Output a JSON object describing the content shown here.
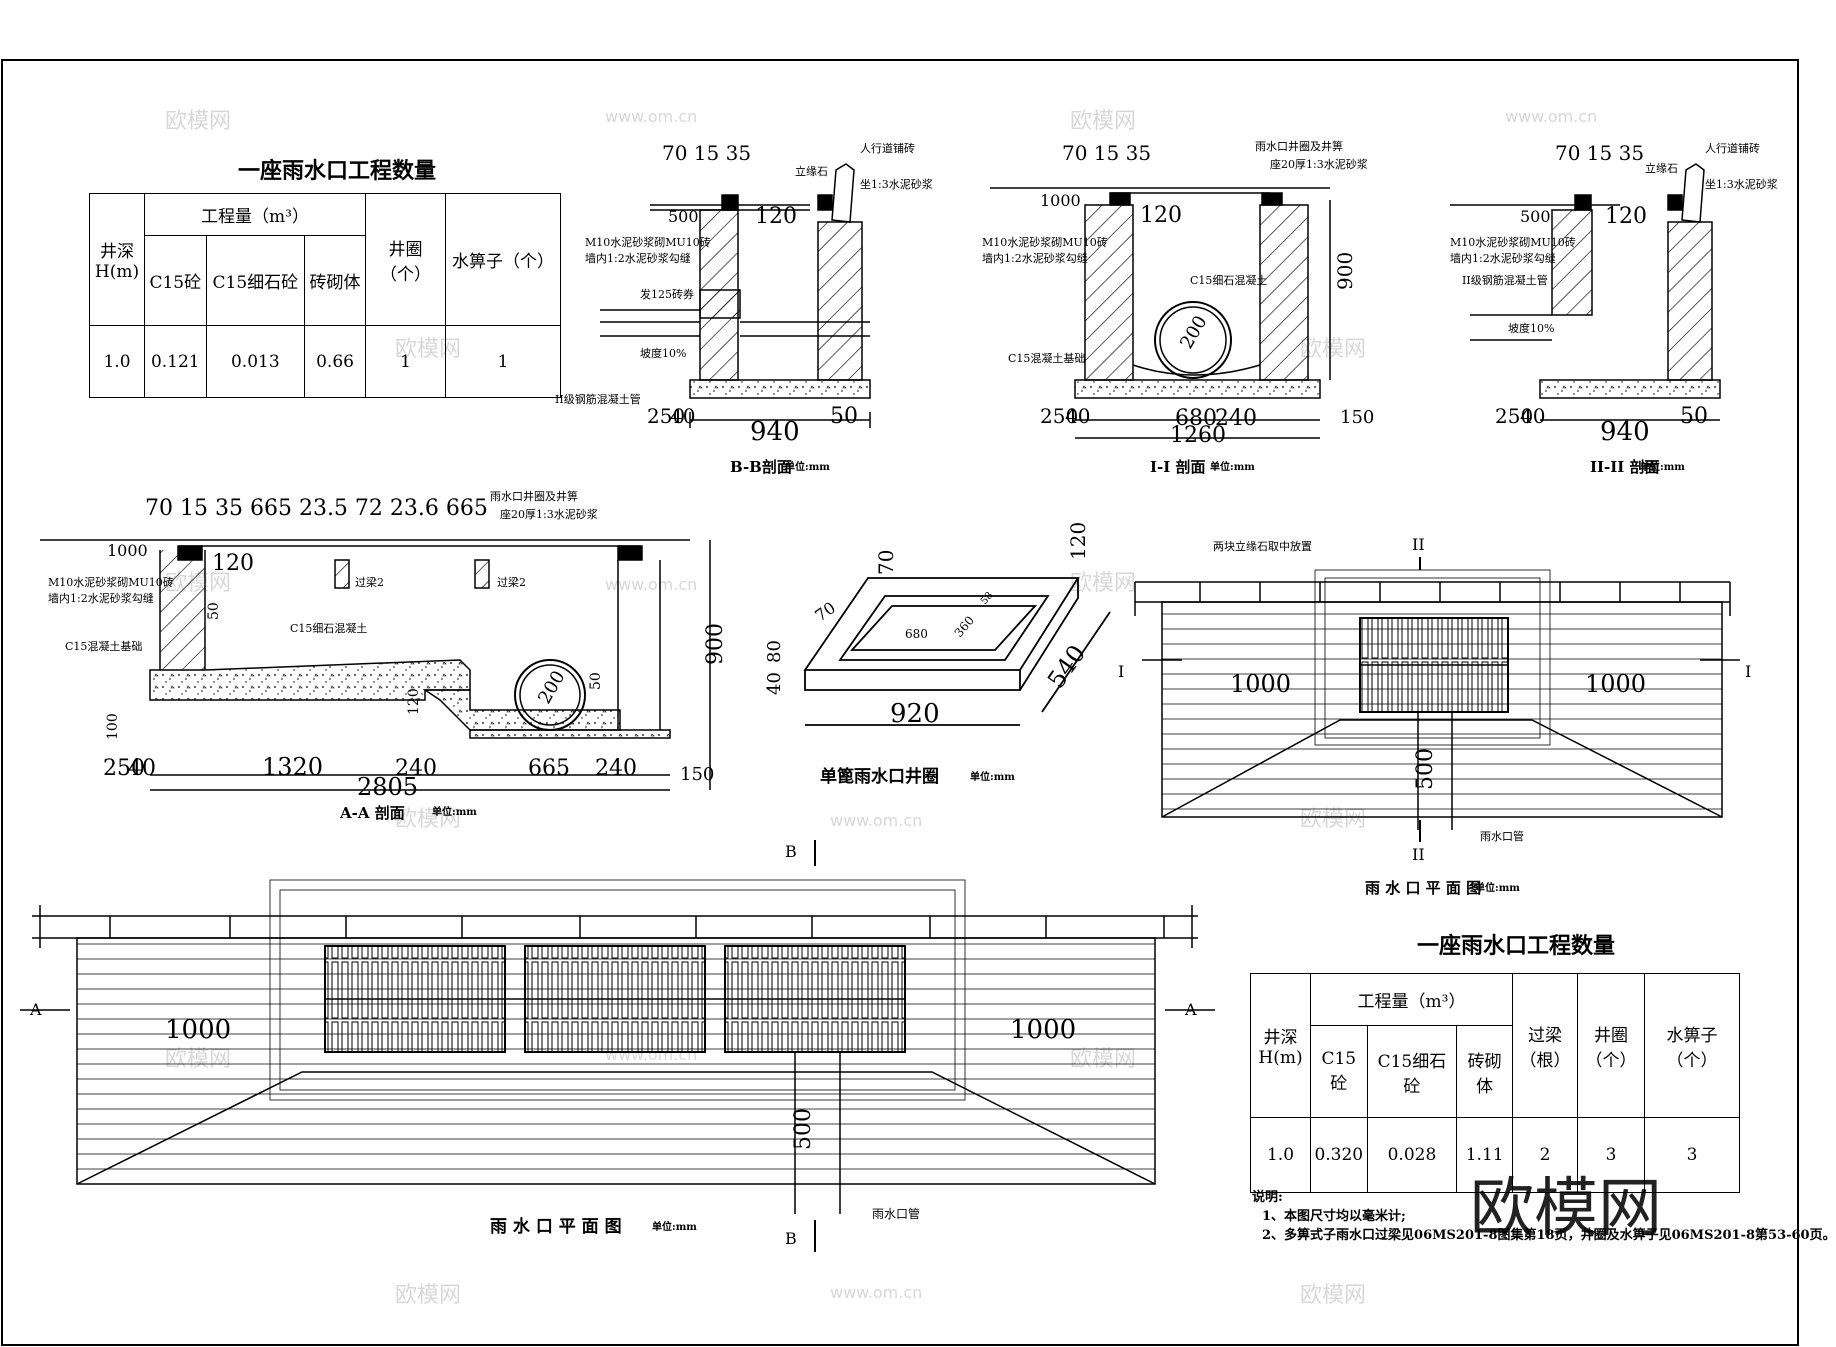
{
  "table1": {
    "title": "一座雨水口工程数量",
    "h_depth": "井深H(m)",
    "h_qty": "工程量（m³）",
    "h_c15": "C15砼",
    "h_c15f": "C15细石砼",
    "h_brick": "砖砌体",
    "h_ring": "井圈（个）",
    "h_grate": "水箅子（个）",
    "row": [
      "1.0",
      "0.121",
      "0.013",
      "0.66",
      "1",
      "1"
    ]
  },
  "table2": {
    "title": "一座雨水口工程数量",
    "h_depth": "井深H(m)",
    "h_qty": "工程量（m³）",
    "h_c15": "C15砼",
    "h_c15f": "C15细石砼",
    "h_brick": "砖砌体",
    "h_beam": "过梁（根）",
    "h_ring": "井圈（个）",
    "h_grate": "水箅子（个）",
    "row": [
      "1.0",
      "0.320",
      "0.028",
      "1.11",
      "2",
      "3",
      "3"
    ]
  },
  "notes": {
    "title": "说明:",
    "n1": "1、本图尺寸均以毫米计;",
    "n2": "2、多箅式子雨水口过梁见06MS201-8图集第18页，井圈及水箅子见06MS201-8第53-60页。"
  },
  "views": {
    "bb": {
      "title": "B-B剖面",
      "unit": "单位:mm"
    },
    "ii": {
      "title": "I-I 剖面",
      "unit": "单位:mm"
    },
    "iiii": {
      "title": "II-II 剖面",
      "unit": "单位:mm"
    },
    "aa": {
      "title": "A-A 剖面",
      "unit": "单位:mm"
    },
    "ring": {
      "title": "单篦雨水口井圈",
      "unit": "单位:mm"
    },
    "plan_small": {
      "title": "雨 水 口 平 面 图",
      "unit": "单位:mm"
    },
    "plan_big": {
      "title": "雨 水 口 平 面 图",
      "unit": "单位:mm"
    }
  },
  "labels": {
    "curb": "立缘石",
    "paving": "人行道铺砖",
    "mortar_seat": "坐1:3水泥砂浆",
    "wall_m10": "M10水泥砂浆砌MU10砖",
    "wall_inner": "墙内1:2水泥砂浆勾缝",
    "brick_arch": "发125砖券",
    "slope": "坡度10%",
    "pipe_rc": "II级钢筋混凝土管",
    "ring_grate": "雨水口井圈及井箅",
    "seat_20": "座20厚1:3水泥砂浆",
    "fine_conc": "C15细石混凝土",
    "base_conc": "C15混凝土基础",
    "base_conc2": "C15混凝土基础",
    "beam2": "过梁2",
    "curb_center": "两块立缘石取中放置",
    "rain_pipe": "雨水口管"
  },
  "dims": {
    "bb_top": "70 15 35",
    "d1000": "1000",
    "d500": "500",
    "d120": "120",
    "d900": "900",
    "d940": "940",
    "d250": "250",
    "d40": "40",
    "d50": "50",
    "d200": "200",
    "d1260": "1260",
    "d680": "680",
    "d240": "240",
    "d100": "100",
    "d150": "150",
    "d1320": "1320",
    "d665": "665",
    "d2805": "2805",
    "aa_top": "70 15 35   665 23.5   72   23.6 665",
    "d920": "920",
    "d540": "540",
    "d70": "70",
    "d80": "80",
    "d360": "360",
    "d58": "58"
  },
  "marks": {
    "a": "A",
    "b": "B",
    "i": "I",
    "ii": "II"
  },
  "watermark": {
    "site": "www.om.cn",
    "brand": "欧模网"
  }
}
